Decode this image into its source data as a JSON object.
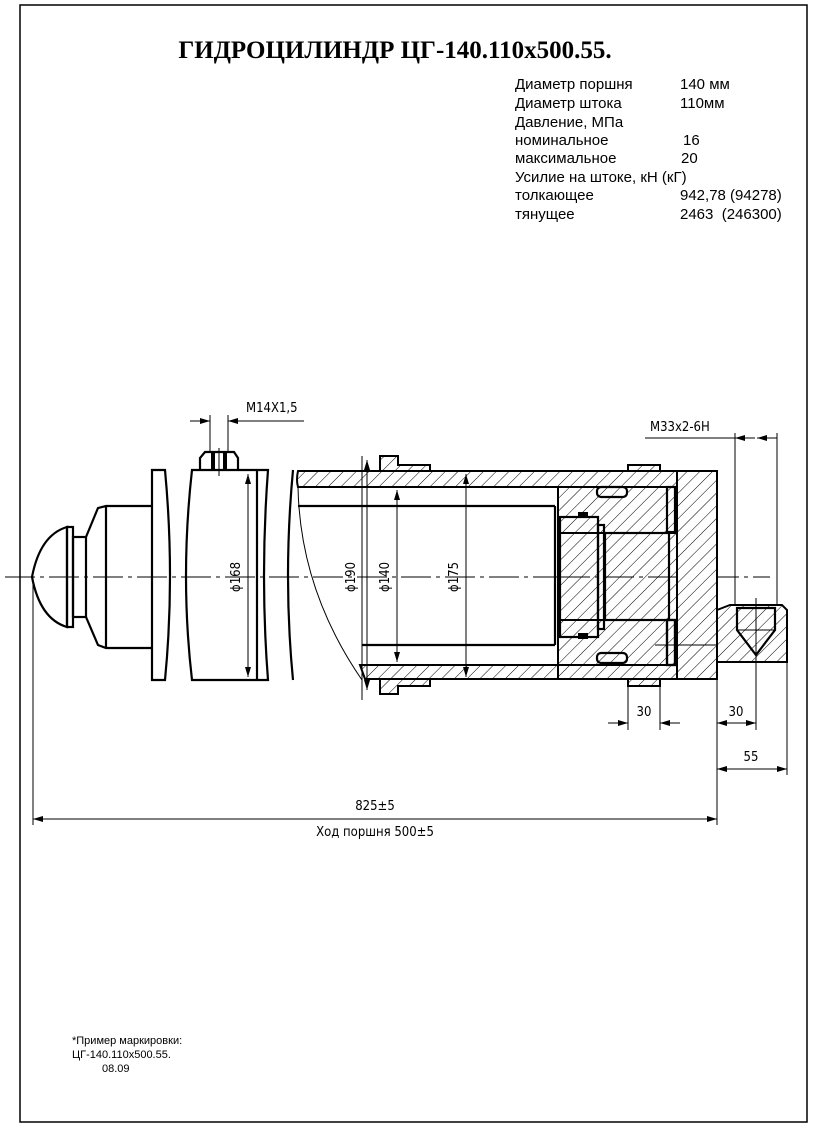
{
  "title": "ГИДРОЦИЛИНДР ЦГ-140.110х500.55.",
  "specs": [
    {
      "label": "Диаметр поршня",
      "value": "140 мм"
    },
    {
      "label": "Диаметр штока",
      "value": "110мм"
    },
    {
      "label": "Давление, МПа",
      "value": ""
    },
    {
      "label": "номинальное",
      "value": "16"
    },
    {
      "label": "максимальное",
      "value": "20"
    },
    {
      "label": "Усилие на штоке, кН (кГ)",
      "value": ""
    },
    {
      "label": "толкающее",
      "value": "942,78 (94278)"
    },
    {
      "label": "тянущее",
      "value": "2463  (246300)"
    }
  ],
  "dimensions": {
    "thread_port_top": "M14X1,5",
    "thread_port_side": "M33x2-6H",
    "d168": "ϕ168",
    "d190": "ϕ190",
    "d140": "ϕ140",
    "d175": "ϕ175",
    "width_30_a": "30",
    "width_30_b": "30",
    "width_55": "55",
    "length_total": "825±5",
    "stroke": "Ход поршня 500±5"
  },
  "note": {
    "line1": "*Пример маркировки:",
    "line2": "ЦГ-140.110х500.55.",
    "line3": "08.09"
  }
}
